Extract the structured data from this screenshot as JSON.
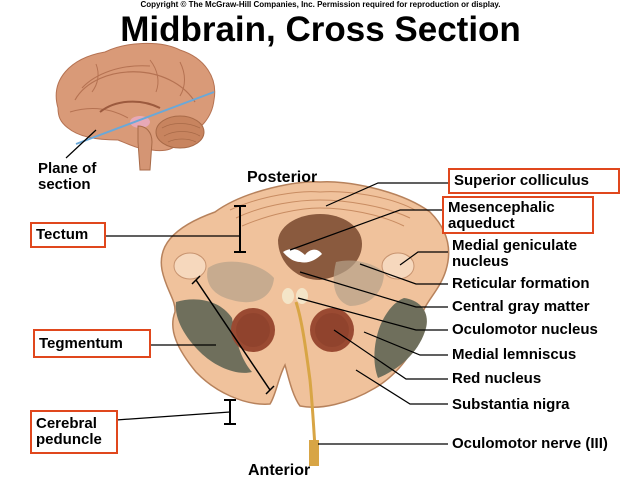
{
  "header": {
    "copyright": "Copyright © The McGraw-Hill Companies, Inc. Permission required for reproduction or display.",
    "title": "Midbrain, Cross Section"
  },
  "inset": {
    "plane_label_line1": "Plane of",
    "plane_label_line2": "section"
  },
  "orientation": {
    "posterior": "Posterior",
    "anterior": "Anterior"
  },
  "left_labels": {
    "tectum": "Tectum",
    "tegmentum": "Tegmentum",
    "cerebral_peduncle_line1": "Cerebral",
    "cerebral_peduncle_line2": "peduncle"
  },
  "right_labels": {
    "superior_colliculus": "Superior colliculus",
    "mesencephalic_aqueduct_line1": "Mesencephalic",
    "mesencephalic_aqueduct_line2": "aqueduct",
    "medial_geniculate_line1": "Medial geniculate",
    "medial_geniculate_line2": "nucleus",
    "reticular_formation": "Reticular formation",
    "central_gray_matter": "Central gray matter",
    "oculomotor_nucleus": "Oculomotor nucleus",
    "medial_lemniscus": "Medial lemniscus",
    "red_nucleus": "Red nucleus",
    "substantia_nigra": "Substantia nigra",
    "oculomotor_nerve": "Oculomotor nerve (III)"
  },
  "colors": {
    "highlight_box": "#e0471d",
    "tissue": "#f0c29c",
    "tissue_dark": "#d9996c",
    "central_gray": "#8a5a3e",
    "red_nucleus": "#9a4a32",
    "substantia_nigra": "#6f6f5c",
    "nerve": "#d8a545"
  }
}
